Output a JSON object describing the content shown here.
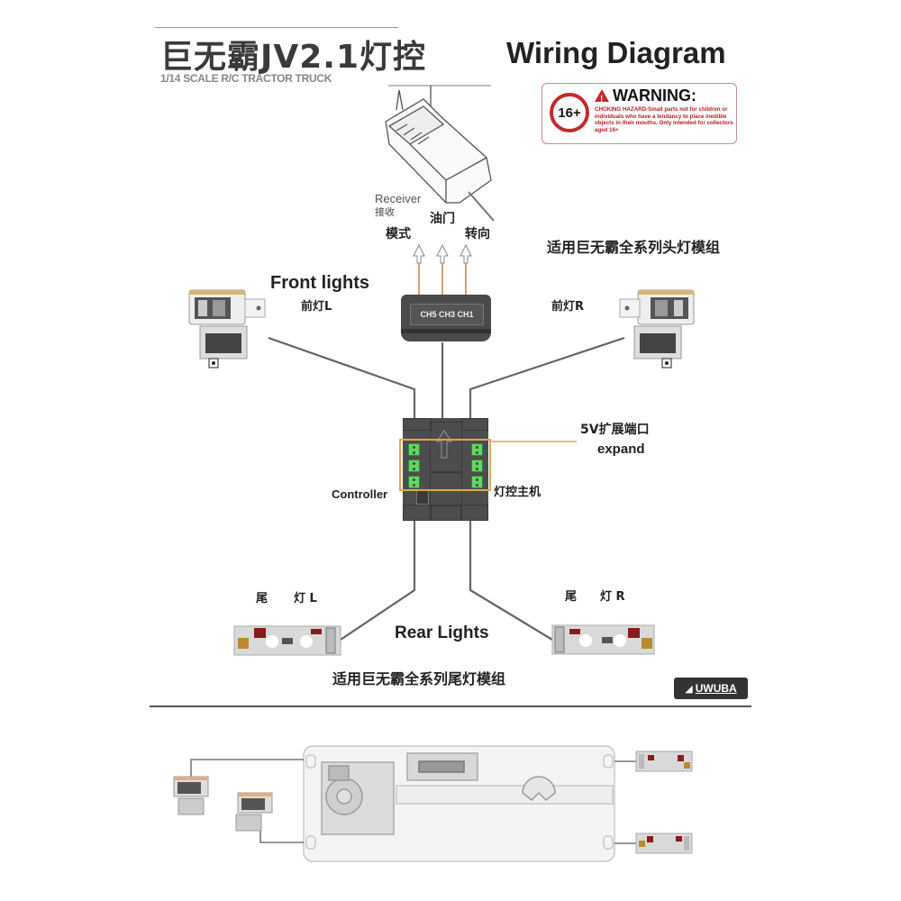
{
  "header": {
    "title_cn": "巨无霸JV2.1灯控",
    "subtitle": "1/14 SCALE R/C TRACTOR TRUCK",
    "diagram_title": "Wiring Diagram"
  },
  "warning": {
    "age_badge": "16+",
    "heading": "WARNING:",
    "text": "CHOKING HAZARD-Small parts not for children or individuals who have a tendancy to place inedible objects in their mouths. Only intended for collectors aged 16+",
    "color": "#c62828"
  },
  "receiver": {
    "label_en": "Receiver",
    "label_cn": "接收",
    "channels_cn": [
      "模式",
      "油门",
      "转向"
    ]
  },
  "channel_module": {
    "label": "CH5 CH3 CH1"
  },
  "front_lights": {
    "heading": "Front lights",
    "left_label": "前灯L",
    "right_label": "前灯R",
    "compat_note": "适用巨无霸全系列头灯模组"
  },
  "controller": {
    "label_en": "Controller",
    "label_cn": "灯控主机",
    "expand_cn": "5V扩展端口",
    "expand_en": "expand",
    "accent": "#e8a350",
    "connector_color": "#6bd06b"
  },
  "rear_lights": {
    "heading": "Rear Lights",
    "left_label_a": "尾",
    "left_label_b": "灯 L",
    "right_label_a": "尾",
    "right_label_b": "灯 R",
    "compat_note": "适用巨无霸全系列尾灯模组"
  },
  "brand": {
    "logo_text": "UWUBA"
  }
}
